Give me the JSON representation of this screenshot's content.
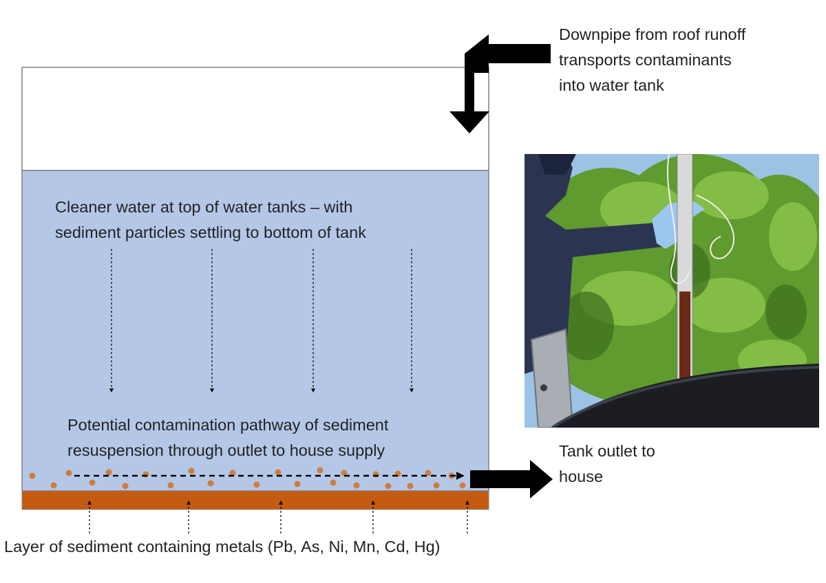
{
  "colors": {
    "water": "#b4c7e7",
    "sediment_layer": "#c55a11",
    "particle": "#d07d3c",
    "arrow": "#000000",
    "tank_outline": "#7f7f7f",
    "text": "#222222"
  },
  "labels": {
    "downpipe": "Downpipe from roof runoff\ntransports contaminants\ninto water tank",
    "settling": "Cleaner water at top of water tanks – with\nsediment particles settling to bottom of tank",
    "pathway": "Potential contamination pathway of sediment\nresuspension through outlet to house supply",
    "outlet": "Tank outlet to\nhouse",
    "sediment": "Layer of sediment containing metals (Pb, As, Ni, Mn, Cd, Hg)"
  },
  "photo": {
    "description_icon": "field-sampling-photo"
  }
}
